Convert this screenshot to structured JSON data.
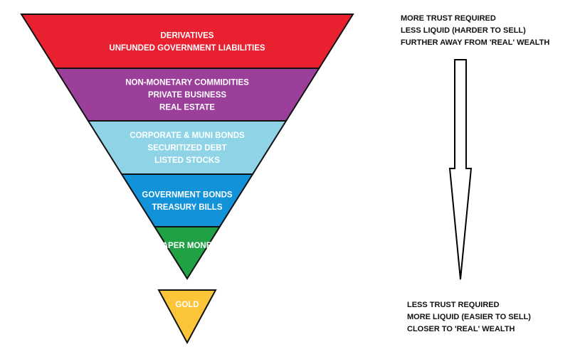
{
  "pyramid": {
    "layers": [
      {
        "name": "derivatives",
        "color": "#e8202f",
        "lines": [
          "DERIVATIVES",
          "UNFUNDED GOVERNMENT LIABILITIES"
        ]
      },
      {
        "name": "commodities",
        "color": "#9b3f9a",
        "lines": [
          "NON-MONETARY COMMIDITIES",
          "PRIVATE BUSINESS",
          "REAL ESTATE"
        ]
      },
      {
        "name": "bonds-stocks",
        "color": "#8ed4e6",
        "lines": [
          "CORPORATE & MUNI BONDS",
          "SECURITIZED DEBT",
          "LISTED STOCKS"
        ]
      },
      {
        "name": "government",
        "color": "#1292d9",
        "lines": [
          "GOVERNMENT BONDS",
          "TREASURY BILLS"
        ]
      },
      {
        "name": "paper-money",
        "color": "#1fa144",
        "lines": [
          "PAPER MONEY"
        ]
      }
    ],
    "tip": {
      "name": "gold",
      "color": "#fcc438",
      "lines": [
        "GOLD"
      ]
    }
  },
  "arrow": {
    "icon": "down-arrow-icon",
    "color": "#ffffff"
  },
  "notes": {
    "top": [
      "MORE TRUST REQUIRED",
      "LESS LIQUID (HARDER TO SELL)",
      "FURTHER AWAY FROM 'REAL' WEALTH"
    ],
    "bottom": [
      "LESS TRUST REQUIRED",
      "MORE LIQUID (EASIER TO SELL)",
      "CLOSER TO 'REAL' WEALTH"
    ]
  }
}
